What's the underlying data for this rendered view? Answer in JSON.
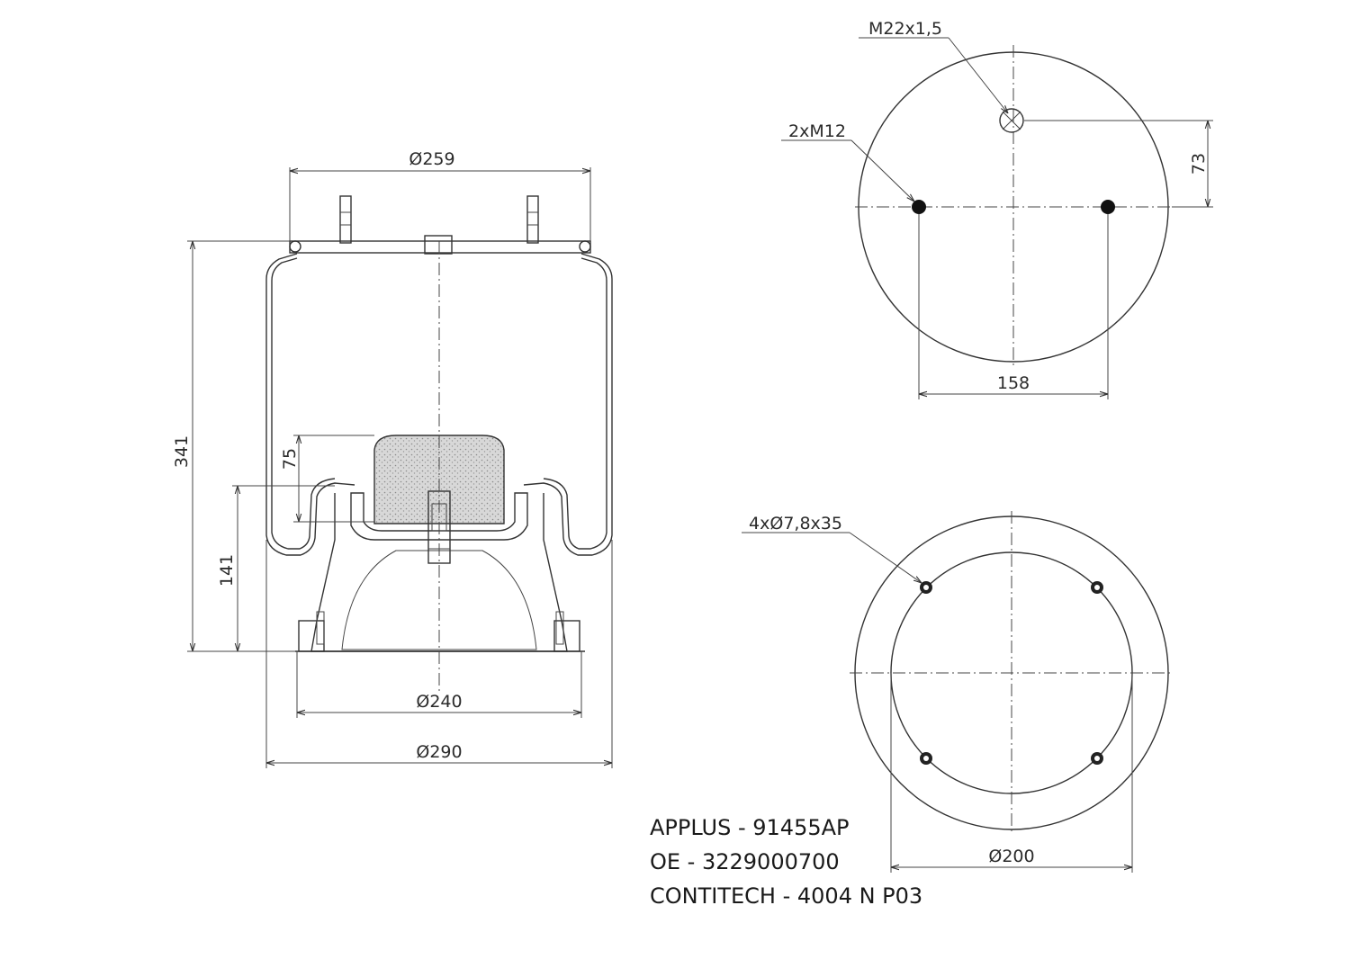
{
  "side_view": {
    "top_plate_diameter": "Ø259",
    "overall_height": "341",
    "piston_height": "141",
    "bumper_height": "75",
    "piston_base_diameter": "Ø240",
    "bellow_diameter": "Ø290"
  },
  "top_view": {
    "air_connection": "M22x1,5",
    "studs": "2xM12",
    "connection_offset": "73",
    "stud_spacing": "158"
  },
  "bottom_view": {
    "holes": "4xØ7,8x35",
    "bolt_circle": "Ø200"
  },
  "part_numbers": [
    "APPLUS - 91455AP",
    "OE - 3229000700",
    "CONTITECH - 4004 N P03"
  ]
}
